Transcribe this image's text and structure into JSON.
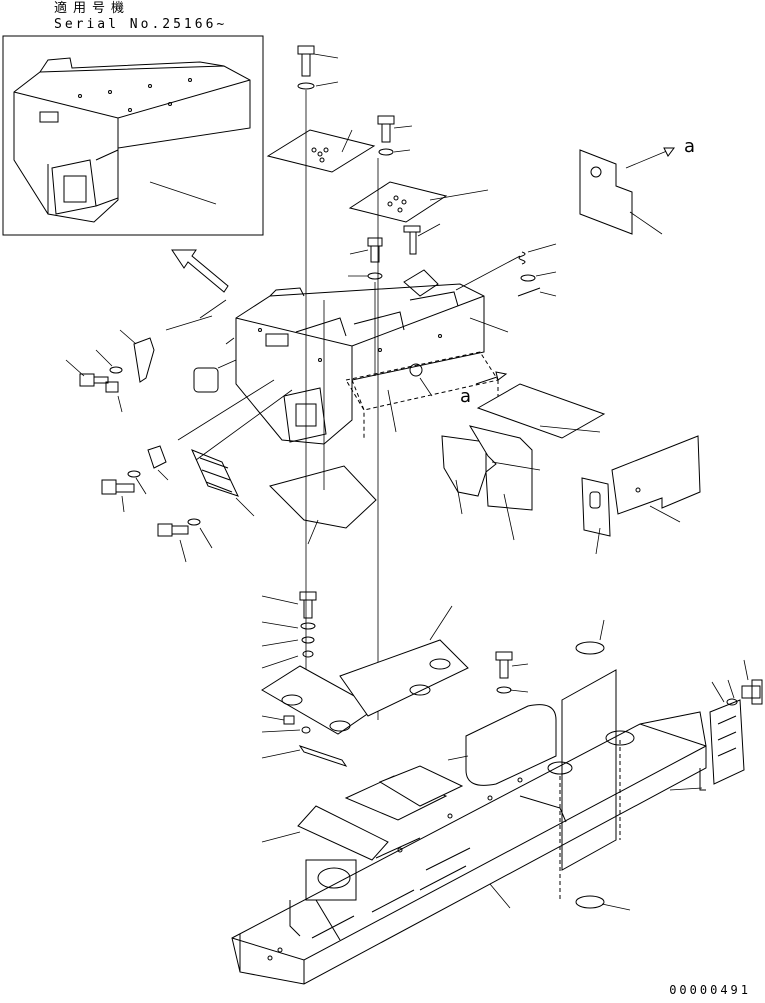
{
  "header": {
    "applicability": "適用号機",
    "serial": "Serial No.25166~"
  },
  "callouts": {
    "view_a_top": "a",
    "view_a_mid": "a"
  },
  "footer": {
    "document_id": "00000491"
  }
}
